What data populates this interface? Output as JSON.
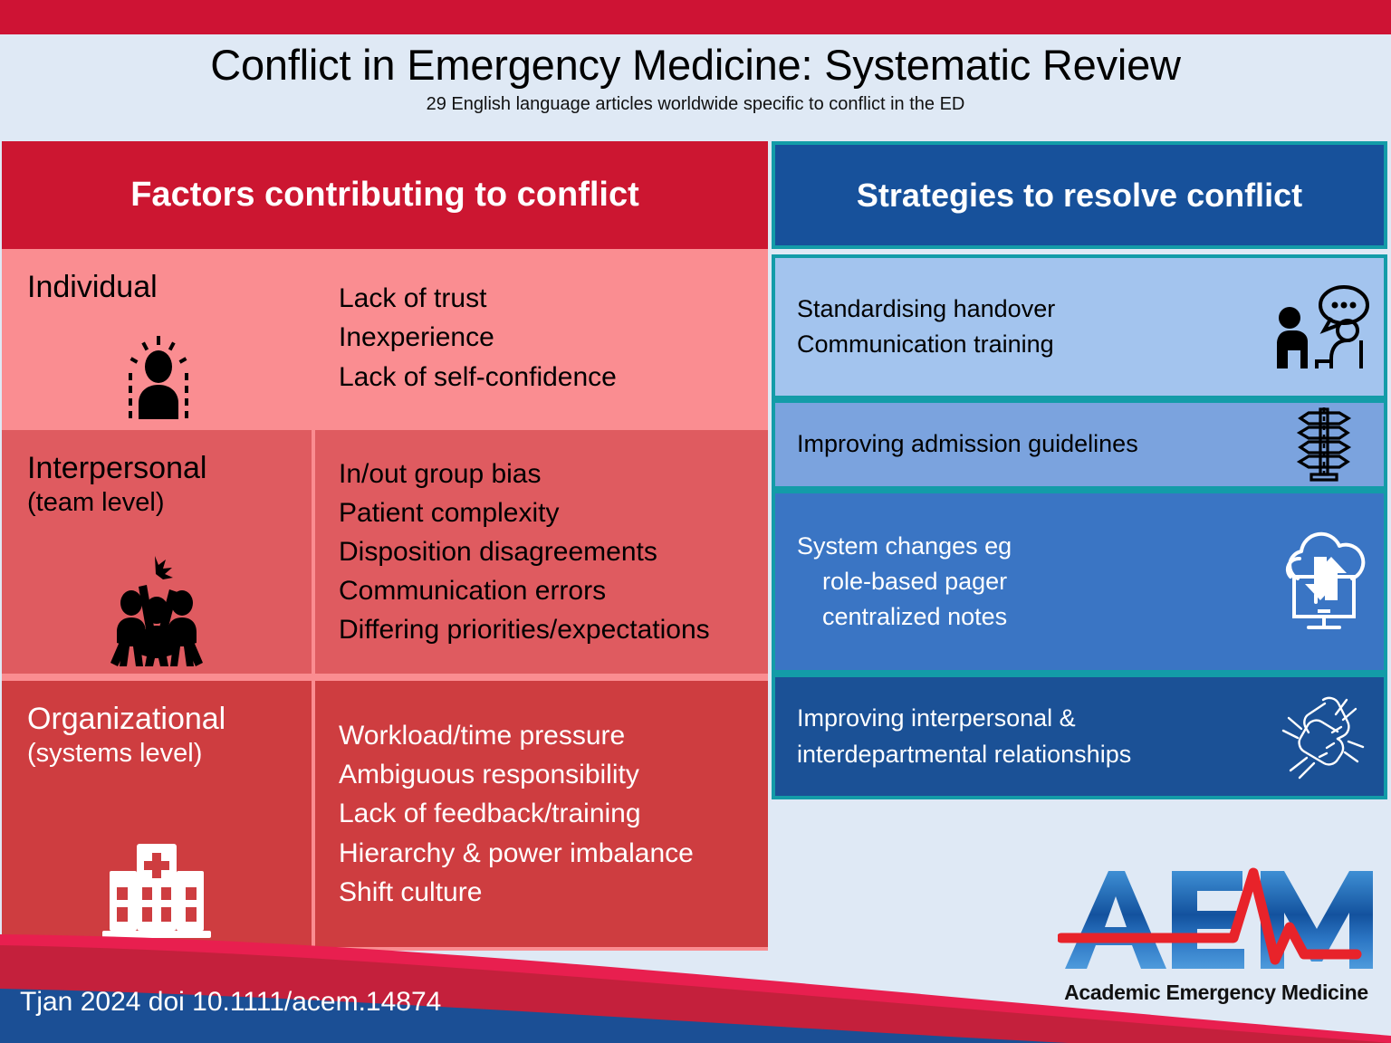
{
  "header": {
    "title": "Conflict in Emergency Medicine: Systematic Review",
    "subtitle": "29 English language articles worldwide specific to conflict in the ED"
  },
  "colors": {
    "top_bar_red": "#CE1334",
    "left_header_red": "#CC1631",
    "row_individual": "#FA8D91",
    "row_interpersonal": "#DF5B60",
    "row_organizational": "#CE3D40",
    "right_header_blue": "#17519B",
    "teal_border": "#139CA8",
    "strategy_1_blue": "#A3C4EE",
    "strategy_2_blue": "#7BA3DE",
    "strategy_3_blue": "#3A75C4",
    "strategy_4_blue": "#1B5196",
    "background": "#DFE9F5",
    "wave_pink": "#E81F4F",
    "wave_red": "#C4203C",
    "wave_navy": "#1B4F95"
  },
  "left_panel": {
    "heading": "Factors contributing to conflict",
    "rows": [
      {
        "category": "Individual",
        "category_sub": "",
        "icon": "person-idea-icon",
        "items": [
          "Lack of trust",
          "Inexperience",
          "Lack of self-confidence"
        ]
      },
      {
        "category": "Interpersonal",
        "category_sub": "(team level)",
        "icon": "team-conflict-icon",
        "items": [
          "In/out group bias",
          "Patient complexity",
          "Disposition disagreements",
          "Communication errors",
          "Differing priorities/expectations"
        ]
      },
      {
        "category": "Organizational",
        "category_sub": "(systems level)",
        "icon": "hospital-icon",
        "items": [
          "Workload/time pressure",
          "Ambiguous responsibility",
          "Lack of feedback/training",
          "Hierarchy & power imbalance",
          "Shift culture"
        ]
      }
    ]
  },
  "right_panel": {
    "heading": "Strategies to resolve conflict",
    "strategies": [
      {
        "icon": "conversation-icon",
        "lines": [
          "Standardising handover",
          "Communication training"
        ],
        "indent": [
          false,
          false
        ]
      },
      {
        "icon": "signpost-icon",
        "lines": [
          "Improving admission guidelines"
        ],
        "indent": [
          false
        ]
      },
      {
        "icon": "cloud-sync-monitor-icon",
        "lines": [
          "System changes eg",
          "role-based pager",
          "centralized notes"
        ],
        "indent": [
          false,
          true,
          true
        ]
      },
      {
        "icon": "handshake-icon",
        "lines": [
          "Improving interpersonal &",
          "interdepartmental relationships"
        ],
        "indent": [
          false,
          false
        ]
      }
    ]
  },
  "footer": {
    "citation": "Tjan 2024 doi 10.1111/acem.14874",
    "logo_letters": "AEM",
    "logo_caption": "Academic Emergency Medicine"
  }
}
